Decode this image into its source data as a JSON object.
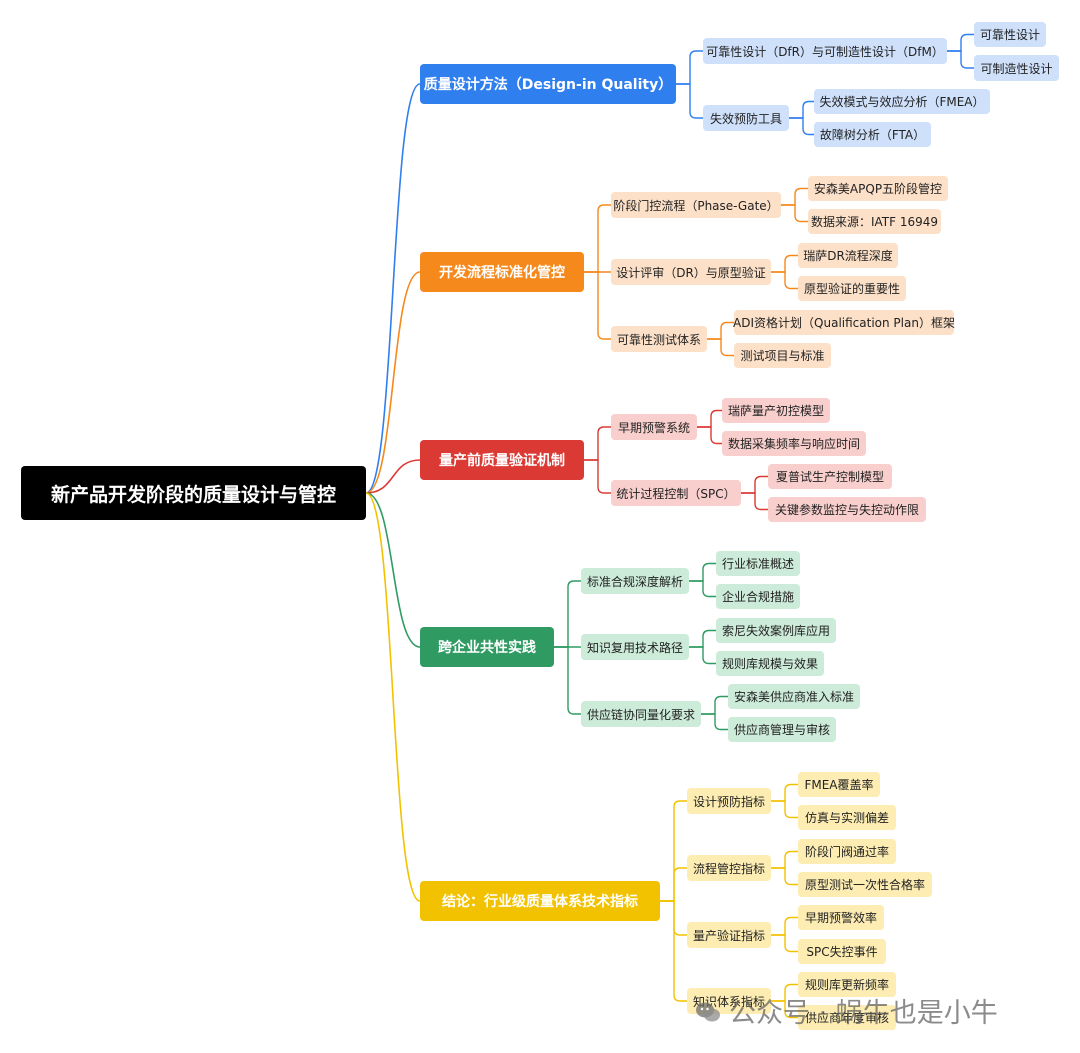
{
  "colors": {
    "blue": "#2F7FEF",
    "blue_light": "#CFE0FB",
    "orange": "#F5891C",
    "orange_light": "#FCE0C8",
    "red": "#DB3A34",
    "red_light": "#F8CFCD",
    "green": "#2F9B63",
    "green_light": "#CDEBD9",
    "yellow": "#F2C200",
    "yellow_light": "#FDEDB3"
  },
  "root": {
    "label": "新产品开发阶段的质量设计与管控"
  },
  "branches": [
    {
      "label": "质量设计方法（Design-in Quality）",
      "children": [
        {
          "label": "可靠性设计（DfR）与可制造性设计（DfM）",
          "children": [
            "可靠性设计",
            "可制造性设计"
          ]
        },
        {
          "label": "失效预防工具",
          "children": [
            "失效模式与效应分析（FMEA）",
            "故障树分析（FTA）"
          ]
        }
      ]
    },
    {
      "label": "开发流程标准化管控",
      "children": [
        {
          "label": "阶段门控流程（Phase-Gate）",
          "children": [
            "安森美APQP五阶段管控",
            "数据来源：IATF 16949"
          ]
        },
        {
          "label": "设计评审（DR）与原型验证",
          "children": [
            "瑞萨DR流程深度",
            "原型验证的重要性"
          ]
        },
        {
          "label": "可靠性测试体系",
          "children": [
            "ADI资格计划（Qualification Plan）框架",
            "测试项目与标准"
          ]
        }
      ]
    },
    {
      "label": "量产前质量验证机制",
      "children": [
        {
          "label": "早期预警系统",
          "children": [
            "瑞萨量产初控模型",
            "数据采集频率与响应时间"
          ]
        },
        {
          "label": "统计过程控制（SPC）",
          "children": [
            "夏普试生产控制模型",
            "关键参数监控与失控动作限"
          ]
        }
      ]
    },
    {
      "label": "跨企业共性实践",
      "children": [
        {
          "label": "标准合规深度解析",
          "children": [
            "行业标准概述",
            "企业合规措施"
          ]
        },
        {
          "label": "知识复用技术路径",
          "children": [
            "索尼失效案例库应用",
            "规则库规模与效果"
          ]
        },
        {
          "label": "供应链协同量化要求",
          "children": [
            "安森美供应商准入标准",
            "供应商管理与审核"
          ]
        }
      ]
    },
    {
      "label": "结论：行业级质量体系技术指标",
      "children": [
        {
          "label": "设计预防指标",
          "children": [
            "FMEA覆盖率",
            "仿真与实测偏差"
          ]
        },
        {
          "label": "流程管控指标",
          "children": [
            "阶段门阀通过率",
            "原型测试一次性合格率"
          ]
        },
        {
          "label": "量产验证指标",
          "children": [
            "早期预警效率",
            "SPC失控事件"
          ]
        },
        {
          "label": "知识体系指标",
          "children": [
            "规则库更新频率",
            "供应商年度审核"
          ]
        }
      ]
    }
  ],
  "watermark": {
    "text": "公众号 · 蜗牛也是小牛",
    "icon": "wechat-icon"
  }
}
